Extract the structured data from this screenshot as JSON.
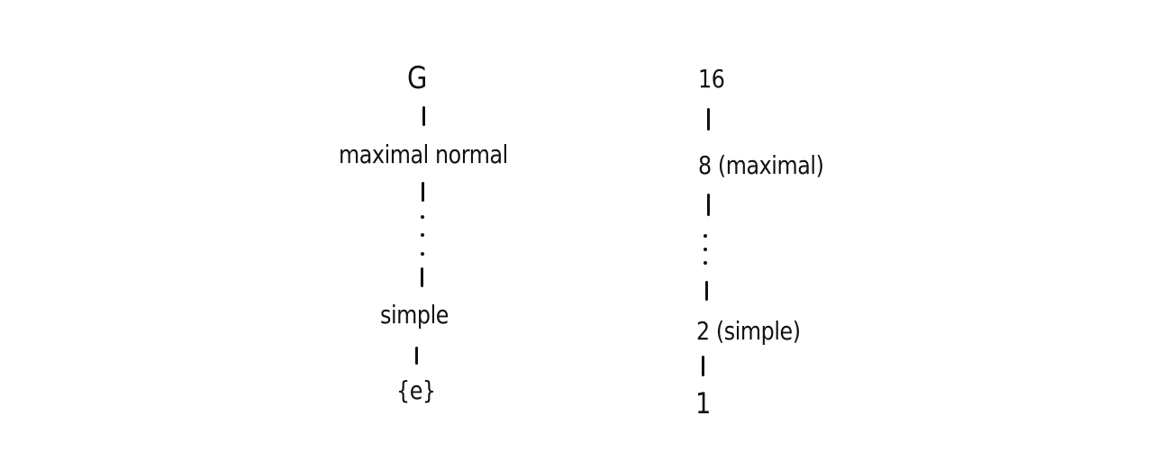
{
  "left_chain": {
    "top": "G",
    "maximal": "maximal normal",
    "simple": "simple",
    "bottom": "{e}"
  },
  "right_chain": {
    "top": "16",
    "maximal": "8 (maximal)",
    "simple": "2 (simple)",
    "bottom": "1"
  }
}
